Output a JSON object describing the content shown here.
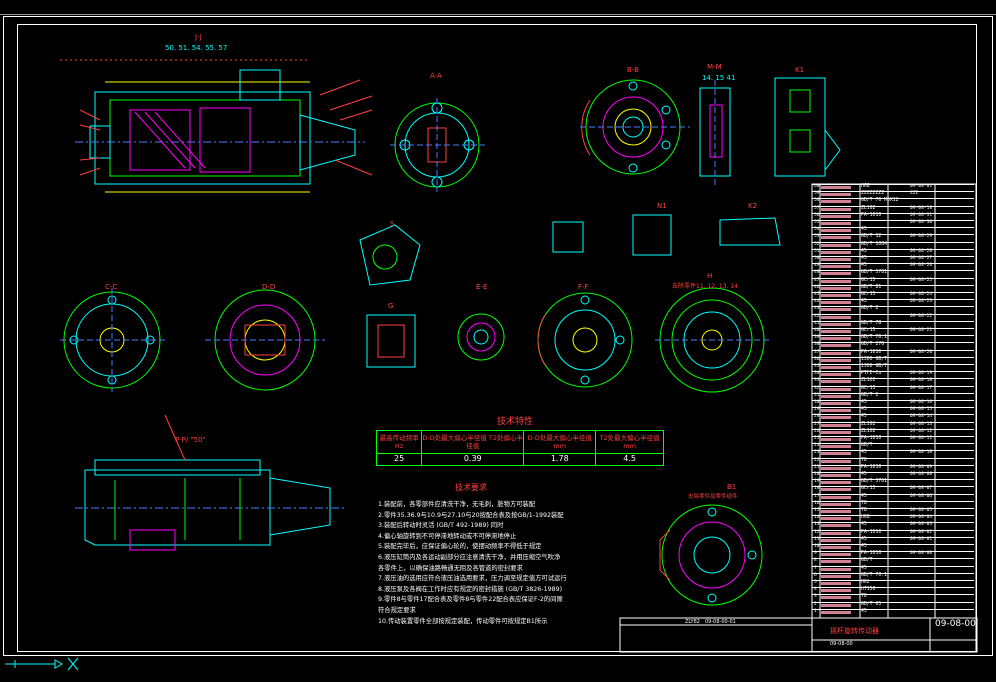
{
  "drawing": {
    "drawing_code": "09-08-00",
    "title_name": "摇杆旋转传动器",
    "title_label": "09-08-00",
    "left_bottom_code_1": "ZLY82",
    "left_bottom_code_2": "09-08-00-01"
  },
  "views": {
    "section_jj": "J-J",
    "section_jj_refs": "50. 51. 54. 55. 57",
    "section_aa": "A-A",
    "section_bb": "B-B",
    "section_mm": "M-M",
    "section_mm_refs": "14. 15  41",
    "view_k1": "K1",
    "view_k2": "K2",
    "view_n": "N1",
    "view_s": "S",
    "section_cc": "C-C",
    "section_dd": "D-D",
    "view_g": "G",
    "section_ee": "E-E",
    "section_ff": "F-F",
    "view_h": "H",
    "view_h_refs": "去除零件11. 12. 13. 14",
    "view_pp": "P-P/ \"50\"",
    "view_b1": "B1",
    "view_b1_note": "去除零件及零件组件"
  },
  "tech_specs": {
    "heading": "技术特性",
    "columns": [
      "最高传动频率 Hz",
      "D-D处最大偏心半径值 T2处偏心半径值",
      "D-D处最大偏心半径值 mm",
      "T2处最大偏心半径值 mm"
    ],
    "values": [
      "25",
      "0.39",
      "1.78",
      "4.5"
    ]
  },
  "tech_requirements": {
    "heading": "技术要求",
    "items": [
      "1.装配前，各零部件应清洗干净，无毛刺，脏物方可装配",
      "2.零件35.36.9与10.9与27.10与20按配合表及按GB/1-1992装配",
      "3.装配后转动时灵活 (GB/T 492-1989) 同时",
      "4.偏心轴旋转到不可停滞地转动或不可停滞地停止",
      "5.装配完毕后，应保证偏心轮的，使摆动频率不得低于规定",
      "6.液压缸筒内及各运动副部分应注意清洗干净，并用压缩空气吹净",
      "  各零件上，以确保油路畅通无阻及各管道的密封要求",
      "7.液压油的选用应符合液压油选用要求，压力调至规定值方可试运行",
      "8.液压泵及各阀在工作时应有规定的密封措施 (GB/T 3826-1989)",
      "9.零件8与零件17配合表及零件8与零件22配合表应保证F-2的间隙",
      "  符合规定要求",
      "10.传动装置零件全部按规定装配，传动零件可按规定B1所示"
    ]
  },
  "bom": {
    "rows": [
      {
        "no": "60",
        "code": "H68",
        "mat": "09-08-01"
      },
      {
        "no": "59",
        "code": "ZZZZZZZZ",
        "mat": "ZZZ"
      },
      {
        "no": "58",
        "code": "GB/T 70 M6X12",
        "mat": ""
      },
      {
        "no": "57",
        "code": "ZL102",
        "mat": "09-08-18"
      },
      {
        "no": "56",
        "code": "PA-1010",
        "mat": "09-08-31"
      },
      {
        "no": "55",
        "code": "",
        "mat": "09-08-30"
      },
      {
        "no": "54",
        "code": "45",
        "mat": ""
      },
      {
        "no": "53",
        "code": "GB/T 12",
        "mat": "09-08-29"
      },
      {
        "no": "52",
        "code": "GB/T 1084",
        "mat": ""
      },
      {
        "no": "51",
        "code": "45",
        "mat": "09-08-28"
      },
      {
        "no": "50",
        "code": "45",
        "mat": "09-08-27"
      },
      {
        "no": "49",
        "code": "45",
        "mat": "09-08-26"
      },
      {
        "no": "48",
        "code": "GB/T 5781",
        "mat": ""
      },
      {
        "no": "47",
        "code": "GCr15",
        "mat": "09-08-25"
      },
      {
        "no": "46",
        "code": "GB/T 81",
        "mat": ""
      },
      {
        "no": "45",
        "code": "GCr15",
        "mat": "09-08-24"
      },
      {
        "no": "44",
        "code": "45",
        "mat": "09-08-23"
      },
      {
        "no": "43",
        "code": "GB/T 2",
        "mat": ""
      },
      {
        "no": "42",
        "code": "",
        "mat": "09-08-22"
      },
      {
        "no": "41",
        "code": "GB/T 78",
        "mat": ""
      },
      {
        "no": "40",
        "code": "GCr15",
        "mat": "09-08-21"
      },
      {
        "no": "39",
        "code": "GB/T 70.1",
        "mat": ""
      },
      {
        "no": "38",
        "code": "GB/T 276",
        "mat": ""
      },
      {
        "no": "37",
        "code": "PA-1010",
        "mat": "09-08-20"
      },
      {
        "no": "36",
        "code": "1306 GB/T",
        "mat": ""
      },
      {
        "no": "35",
        "code": "1306 GB/T",
        "mat": ""
      },
      {
        "no": "34",
        "code": "PTFE-Cu",
        "mat": "09-08-19"
      },
      {
        "no": "33",
        "code": "ZL102",
        "mat": "09-08-18"
      },
      {
        "no": "32",
        "code": "GCr15",
        "mat": "09-08-17"
      },
      {
        "no": "31",
        "code": "GB/T 2",
        "mat": ""
      },
      {
        "no": "30",
        "code": "45",
        "mat": "09-08-16"
      },
      {
        "no": "29",
        "code": "45",
        "mat": "09-08-15"
      },
      {
        "no": "28",
        "code": "45",
        "mat": "09-08-14"
      },
      {
        "no": "27",
        "code": "ZL102",
        "mat": "09-08-13"
      },
      {
        "no": "26",
        "code": "ZL102",
        "mat": "09-08-12"
      },
      {
        "no": "25",
        "code": "PA-1010",
        "mat": "09-08-11"
      },
      {
        "no": "24",
        "code": "GB/T",
        "mat": ""
      },
      {
        "no": "23",
        "code": "45",
        "mat": "09-08-10"
      },
      {
        "no": "22",
        "code": "T8",
        "mat": ""
      },
      {
        "no": "21",
        "code": "PA-1010",
        "mat": "09-08-09"
      },
      {
        "no": "20",
        "code": "45",
        "mat": "09-08-08"
      },
      {
        "no": "19",
        "code": "GB/T 5781",
        "mat": ""
      },
      {
        "no": "18",
        "code": "GCr15",
        "mat": "09-08-07"
      },
      {
        "no": "17",
        "code": "45",
        "mat": "09-08-06"
      },
      {
        "no": "16",
        "code": "T8",
        "mat": ""
      },
      {
        "no": "15",
        "code": "T8",
        "mat": "09-08-05"
      },
      {
        "no": "14",
        "code": "H68",
        "mat": "09-08-04"
      },
      {
        "no": "13",
        "code": "45",
        "mat": "09-08-03"
      },
      {
        "no": "12",
        "code": "PA-1010",
        "mat": "09-08-02"
      },
      {
        "no": "11",
        "code": "45",
        "mat": "09-08-01"
      },
      {
        "no": "10",
        "code": "45",
        "mat": ""
      },
      {
        "no": "9",
        "code": "PA-1010",
        "mat": "09-08-00"
      },
      {
        "no": "8",
        "code": "GB/T",
        "mat": ""
      },
      {
        "no": "7",
        "code": "45",
        "mat": ""
      },
      {
        "no": "6",
        "code": "GB/T 70.1",
        "mat": ""
      },
      {
        "no": "5",
        "code": "H62",
        "mat": ""
      },
      {
        "no": "4",
        "code": "HT150",
        "mat": ""
      },
      {
        "no": "3",
        "code": "T8",
        "mat": ""
      },
      {
        "no": "2",
        "code": "GB/T 65",
        "mat": ""
      },
      {
        "no": "1",
        "code": "45",
        "mat": ""
      }
    ]
  },
  "colors": {
    "background": "#000000",
    "frame": "#ffffff",
    "geometry_cyan": "#00ffff",
    "geometry_green": "#00ff00",
    "hatch_magenta": "#ff00ff",
    "annotation_red": "#ff4040",
    "dimension_yellow": "#ffff00",
    "centerline_blue": "#4a7bff"
  },
  "ucs_icon": "ucs-axis-icon"
}
